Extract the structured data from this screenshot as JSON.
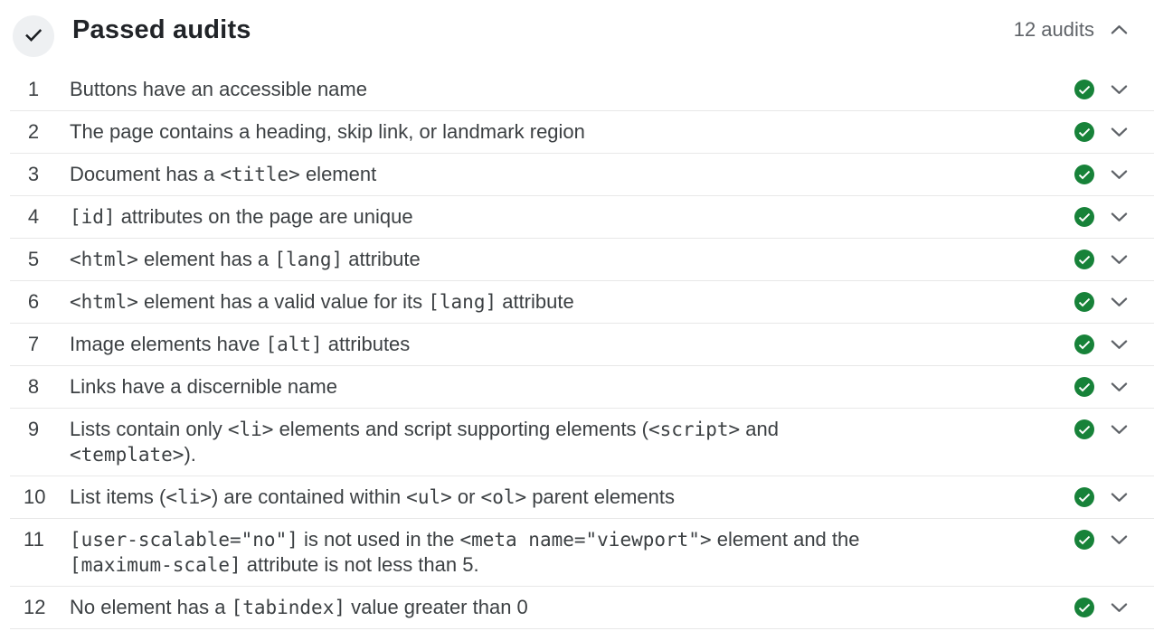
{
  "header": {
    "title": "Passed audits",
    "count_label": "12 audits",
    "badge_icon": "check-icon",
    "collapse_icon": "chevron-up-icon"
  },
  "colors": {
    "pass_green": "#178239",
    "text": "#3c4043",
    "muted_gray": "#5f6368",
    "divider": "#e8e8e8",
    "badge_bg": "#eef0f2",
    "title_text": "#212428"
  },
  "audits": [
    {
      "num": "1",
      "status": "pass",
      "segments": [
        {
          "t": "text",
          "v": "Buttons have an accessible name"
        }
      ]
    },
    {
      "num": "2",
      "status": "pass",
      "segments": [
        {
          "t": "text",
          "v": "The page contains a heading, skip link, or landmark region"
        }
      ]
    },
    {
      "num": "3",
      "status": "pass",
      "segments": [
        {
          "t": "text",
          "v": "Document has a "
        },
        {
          "t": "code",
          "v": "<title>"
        },
        {
          "t": "text",
          "v": " element"
        }
      ]
    },
    {
      "num": "4",
      "status": "pass",
      "segments": [
        {
          "t": "code",
          "v": "[id]"
        },
        {
          "t": "text",
          "v": " attributes on the page are unique"
        }
      ]
    },
    {
      "num": "5",
      "status": "pass",
      "segments": [
        {
          "t": "code",
          "v": "<html>"
        },
        {
          "t": "text",
          "v": " element has a "
        },
        {
          "t": "code",
          "v": "[lang]"
        },
        {
          "t": "text",
          "v": " attribute"
        }
      ]
    },
    {
      "num": "6",
      "status": "pass",
      "segments": [
        {
          "t": "code",
          "v": "<html>"
        },
        {
          "t": "text",
          "v": " element has a valid value for its "
        },
        {
          "t": "code",
          "v": "[lang]"
        },
        {
          "t": "text",
          "v": " attribute"
        }
      ]
    },
    {
      "num": "7",
      "status": "pass",
      "segments": [
        {
          "t": "text",
          "v": "Image elements have "
        },
        {
          "t": "code",
          "v": "[alt]"
        },
        {
          "t": "text",
          "v": " attributes"
        }
      ]
    },
    {
      "num": "8",
      "status": "pass",
      "segments": [
        {
          "t": "text",
          "v": "Links have a discernible name"
        }
      ]
    },
    {
      "num": "9",
      "status": "pass",
      "segments": [
        {
          "t": "text",
          "v": "Lists contain only "
        },
        {
          "t": "code",
          "v": "<li>"
        },
        {
          "t": "text",
          "v": " elements and script supporting elements ("
        },
        {
          "t": "code",
          "v": "<script>"
        },
        {
          "t": "text",
          "v": " and"
        },
        {
          "t": "br"
        },
        {
          "t": "code",
          "v": "<template>"
        },
        {
          "t": "text",
          "v": ")."
        }
      ]
    },
    {
      "num": "10",
      "status": "pass",
      "segments": [
        {
          "t": "text",
          "v": "List items ("
        },
        {
          "t": "code",
          "v": "<li>"
        },
        {
          "t": "text",
          "v": ") are contained within "
        },
        {
          "t": "code",
          "v": "<ul>"
        },
        {
          "t": "text",
          "v": " or "
        },
        {
          "t": "code",
          "v": "<ol>"
        },
        {
          "t": "text",
          "v": " parent elements"
        }
      ]
    },
    {
      "num": "11",
      "status": "pass",
      "segments": [
        {
          "t": "code",
          "v": "[user-scalable=\"no\"]"
        },
        {
          "t": "text",
          "v": " is not used in the "
        },
        {
          "t": "code",
          "v": "<meta name=\"viewport\">"
        },
        {
          "t": "text",
          "v": " element and the"
        },
        {
          "t": "br"
        },
        {
          "t": "code",
          "v": "[maximum-scale]"
        },
        {
          "t": "text",
          "v": " attribute is not less than 5."
        }
      ]
    },
    {
      "num": "12",
      "status": "pass",
      "segments": [
        {
          "t": "text",
          "v": "No element has a "
        },
        {
          "t": "code",
          "v": "[tabindex]"
        },
        {
          "t": "text",
          "v": " value greater than 0"
        }
      ]
    }
  ]
}
